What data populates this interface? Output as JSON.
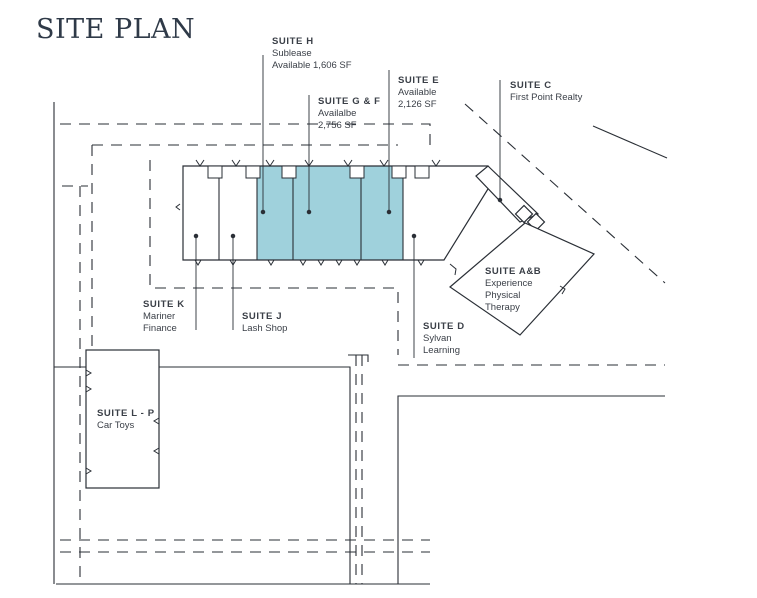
{
  "title": "SITE PLAN",
  "colors": {
    "available": "#9fd1dc",
    "line": "#2a2f36"
  },
  "suites": {
    "h": {
      "name": "SUITE H",
      "lines": [
        "Sublease",
        "Available 1,606 SF"
      ]
    },
    "gf": {
      "name": "SUITE G & F",
      "lines": [
        "Availalbe",
        "2,756 SF"
      ]
    },
    "e": {
      "name": "SUITE E",
      "lines": [
        "Available",
        "2,126 SF"
      ]
    },
    "c": {
      "name": "SUITE C",
      "lines": [
        "First Point Realty"
      ]
    },
    "ab": {
      "name": "SUITE A&B",
      "lines": [
        "Experience",
        "Physical",
        "Therapy"
      ]
    },
    "k": {
      "name": "SUITE K",
      "lines": [
        "Mariner",
        "Finance"
      ]
    },
    "j": {
      "name": "SUITE J",
      "lines": [
        "Lash Shop"
      ]
    },
    "d": {
      "name": "SUITE D",
      "lines": [
        "Sylvan",
        "Learning"
      ]
    },
    "lp": {
      "name": "SUITE L - P",
      "lines": [
        "Car Toys"
      ]
    }
  }
}
